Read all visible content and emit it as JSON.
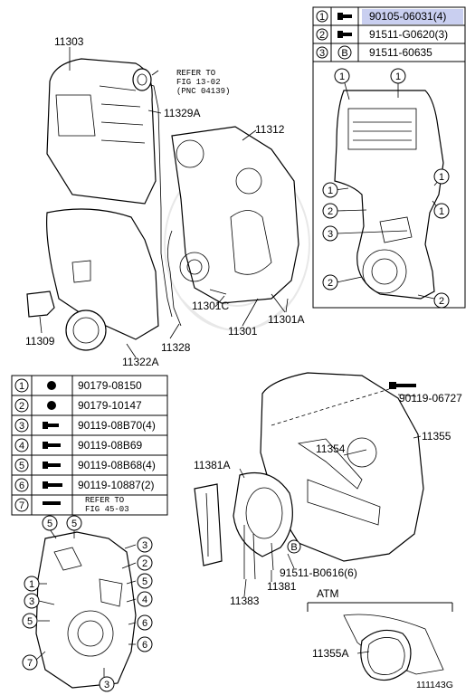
{
  "top_table": {
    "rows": [
      {
        "idx": "1",
        "pn": "90105-06031(4)"
      },
      {
        "idx": "2",
        "pn": "91511-G0620(3)"
      },
      {
        "idx": "3",
        "sym": "B",
        "pn": "91511-60635"
      }
    ]
  },
  "left_table": {
    "rows": [
      {
        "idx": "1",
        "pn": "90179-08150"
      },
      {
        "idx": "2",
        "pn": "90179-10147"
      },
      {
        "idx": "3",
        "pn": "90119-08B70(4)"
      },
      {
        "idx": "4",
        "pn": "90119-08B69"
      },
      {
        "idx": "5",
        "pn": "90119-08B68(4)"
      },
      {
        "idx": "6",
        "pn": "90119-10887(2)"
      },
      {
        "idx": "7",
        "ref1": "REFER TO",
        "ref2": "FIG 45-03"
      }
    ]
  },
  "refer": {
    "line1": "REFER TO",
    "line2": "FIG 13-02",
    "line3": "(PNC 04139)"
  },
  "labels": {
    "p11303": "11303",
    "p11329A": "11329A",
    "p11312": "11312",
    "p11309": "11309",
    "p11328": "11328",
    "p11322A": "11322A",
    "p11301C": "11301C",
    "p11301": "11301",
    "p11301A": "11301A",
    "p90119_06727": "90119-06727",
    "p11355": "11355",
    "p11354": "11354",
    "p11381A": "11381A",
    "p91511_B0616": "91511-B0616(6)",
    "p11383": "11383",
    "p11381": "11381",
    "atm": "ATM",
    "p11355A": "11355A",
    "figure_id": "111143G",
    "sym_b": "B"
  },
  "callouts": {
    "c1": "1",
    "c2": "2",
    "c3": "3",
    "c4": "4",
    "c5": "5",
    "c6": "6",
    "c7": "7"
  },
  "colors": {
    "highlight": "#c9cff0",
    "ink": "#000000"
  }
}
